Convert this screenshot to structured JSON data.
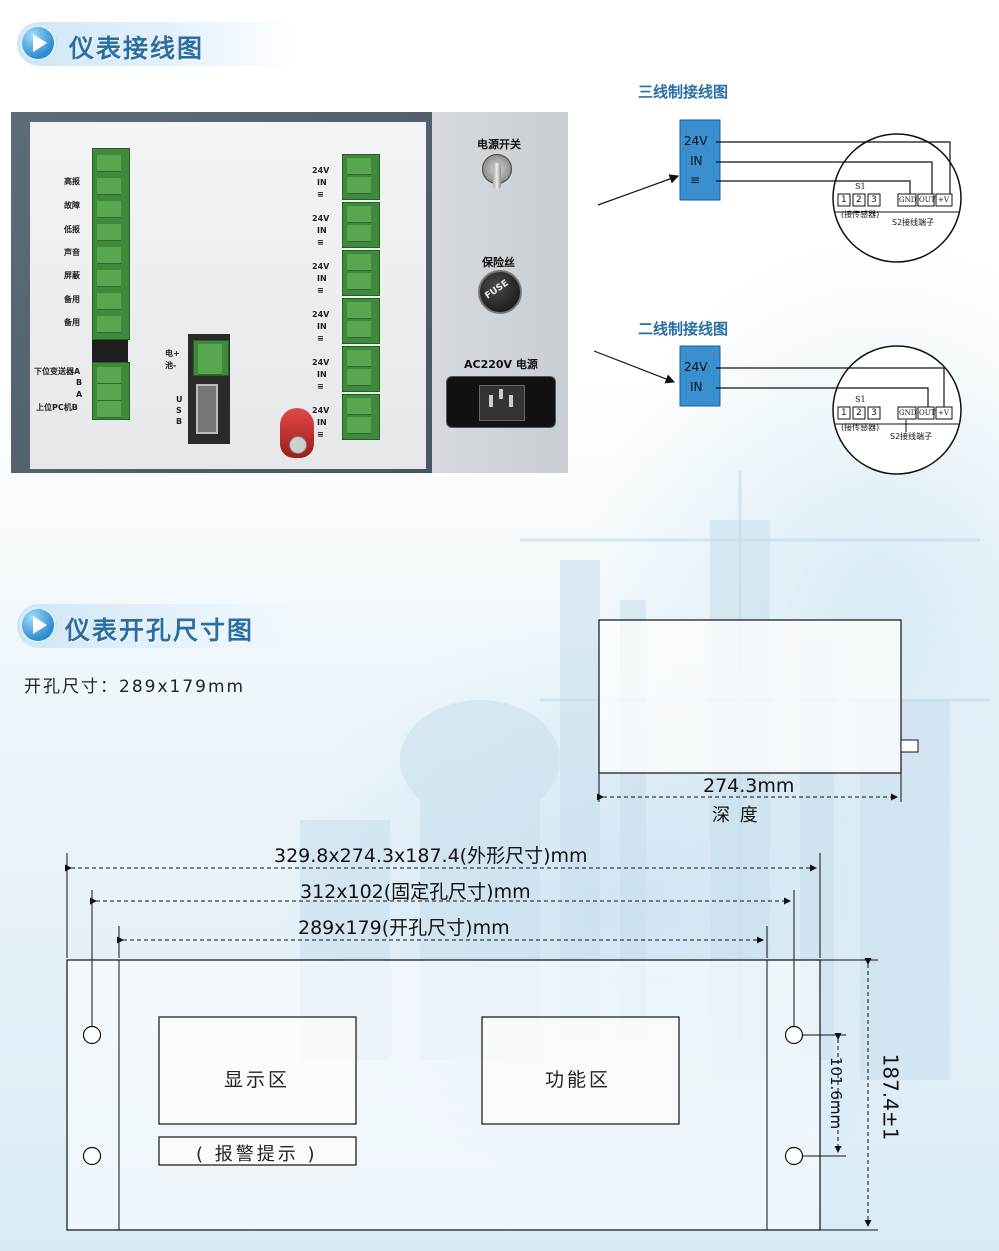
{
  "sections": {
    "wiring_title": "仪表接线图",
    "cutout_title": "仪表开孔尺寸图"
  },
  "panel_photo": {
    "left_labels": [
      "高报",
      "故障",
      "低报",
      "声音",
      "屏蔽",
      "备用",
      "备用"
    ],
    "comm_labels": [
      "下位变送器A",
      "B",
      "A",
      "上位PC机B"
    ],
    "battery_labels": [
      "电+",
      "池-"
    ],
    "usb_label": "USB",
    "channel_labels": [
      "24V",
      "IN",
      "≡"
    ],
    "power_switch_label": "电源开关",
    "fuse_label": "保险丝",
    "fuse_cap_text": "FUSE",
    "ac_label": "AC220V 电源"
  },
  "three_wire": {
    "title": "三线制接线图",
    "terminals": [
      "24V",
      "IN",
      "≡"
    ],
    "s1_label": "S1",
    "s1_numbers": [
      "1",
      "2",
      "3"
    ],
    "s1_note": "(接传感器)",
    "s2_terminals": [
      "GND",
      "OUT",
      "+V"
    ],
    "s2_note": "S2接线端子"
  },
  "two_wire": {
    "title": "二线制接线图",
    "terminals": [
      "24V",
      "IN"
    ],
    "s1_label": "S1",
    "s1_numbers": [
      "1",
      "2",
      "3"
    ],
    "s1_note": "(接传感器)",
    "s2_terminals": [
      "GND",
      "OUT",
      "+V"
    ],
    "s2_note": "S2接线端子"
  },
  "cutout": {
    "note": "开孔尺寸：289x179mm",
    "depth_value": "274.3mm",
    "depth_label": "深  度",
    "outline_dim": "329.8x274.3x187.4(外形尺寸)mm",
    "fixing_dim": "312x102(固定孔尺寸)mm",
    "hole_dim": "289x179(开孔尺寸)mm",
    "display_zone": "显示区",
    "function_zone": "功能区",
    "alarm_zone": "( 报警提示 )",
    "height_small": "101.6mm",
    "height_total": "187.4±1"
  },
  "colors": {
    "title_blue": "#2a6fa3",
    "terminal_blue": "#3a8fd0",
    "terminal_green": "#58a64f"
  }
}
